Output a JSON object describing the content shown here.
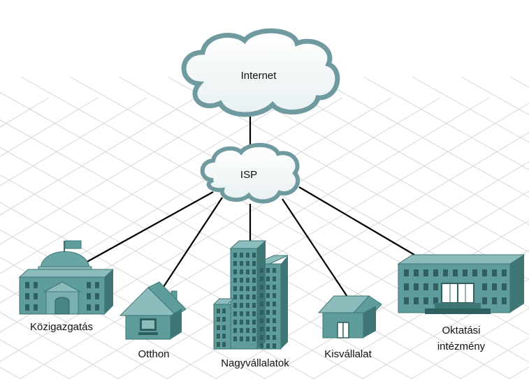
{
  "nodes": {
    "internet": {
      "label": "Internet"
    },
    "isp": {
      "label": "ISP"
    },
    "government": {
      "label": "Közigazgatás"
    },
    "home": {
      "label": "Otthon"
    },
    "enterprise": {
      "label": "Nagyvállalatok"
    },
    "small_business": {
      "label": "Kisvállalat"
    },
    "education": {
      "label_line1": "Oktatási",
      "label_line2": "intézmény"
    }
  },
  "colors": {
    "building_front": "#5f9c9c",
    "building_side": "#3e7676",
    "building_top": "#8cbcbc",
    "window": "#2f5f5f",
    "cloud_stroke": "#6f9aa0",
    "link": "#000000",
    "grid": "#d4d4d4"
  }
}
